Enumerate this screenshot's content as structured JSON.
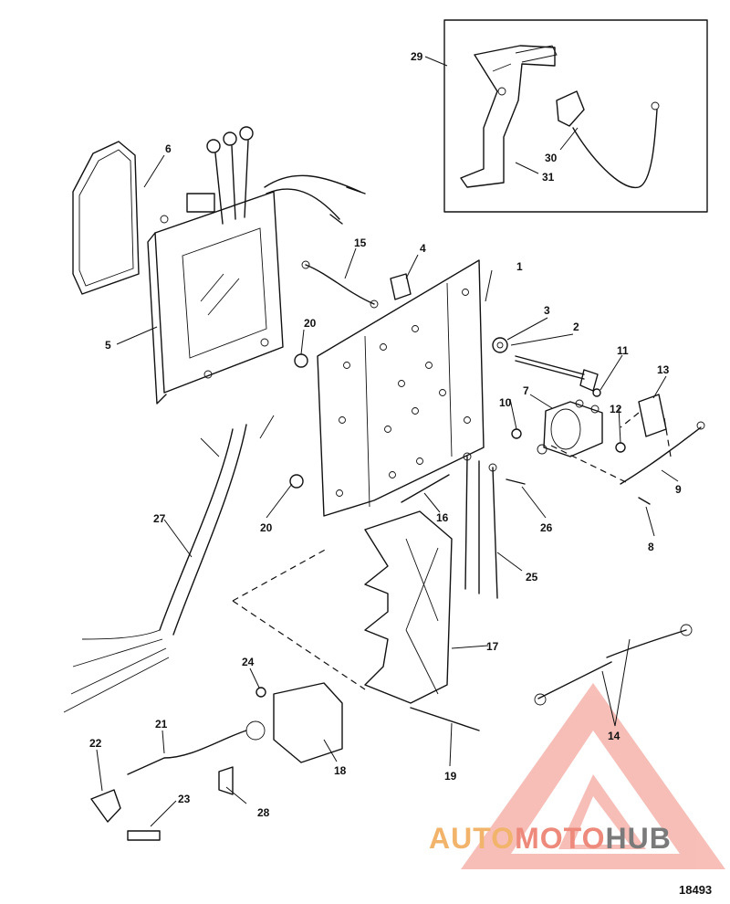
{
  "callouts": {
    "c1": "1",
    "c2": "2",
    "c3": "3",
    "c4": "4",
    "c5": "5",
    "c6": "6",
    "c7": "7",
    "c8": "8",
    "c9": "9",
    "c10": "10",
    "c11": "11",
    "c12": "12",
    "c13": "13",
    "c14": "14",
    "c15": "15",
    "c16": "16",
    "c17": "17",
    "c18": "18",
    "c19": "19",
    "c20a": "20",
    "c20b": "20",
    "c21": "21",
    "c22": "22",
    "c23": "23",
    "c24": "24",
    "c25": "25",
    "c26": "26",
    "c27": "27",
    "c28": "28",
    "c29": "29",
    "c30": "30",
    "c31": "31"
  },
  "watermark": {
    "word_part1": "AUTO",
    "word_part2": "MOTO",
    "word_part3": "HUB",
    "colors": {
      "part1": "#f2b46a",
      "part2": "#ee8a7c",
      "part3": "#7a7a7a",
      "triangle": "#f29a8e"
    }
  },
  "reference_number": "18493"
}
